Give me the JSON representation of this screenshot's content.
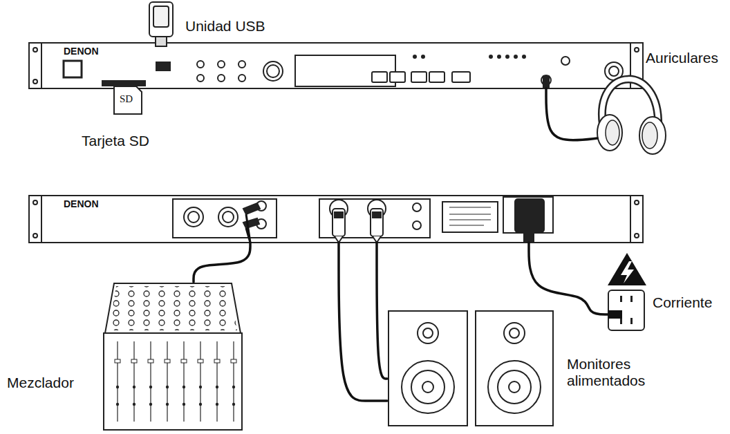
{
  "diagram": {
    "nodes": [
      {
        "text": [
          "DENON"
        ]
      },
      {
        "text": [
          "Unidad USB"
        ]
      },
      {
        "text": [
          "SD",
          "Tarjeta SD"
        ]
      },
      {
        "text": [
          "Auriculares"
        ]
      },
      {
        "text": [
          "DENON"
        ]
      },
      {
        "text": [
          "Mezclador"
        ]
      },
      {
        "text": [
          "Monitores alimentados"
        ]
      },
      {
        "text": [
          "Corriente"
        ]
      }
    ],
    "edges": [
      {
        "from": 0,
        "to": 3,
        "arrow": "none"
      },
      {
        "from": 4,
        "to": 5,
        "arrow": "none"
      },
      {
        "from": 4,
        "to": 6,
        "arrow": "none"
      },
      {
        "from": 4,
        "to": 6,
        "arrow": "none"
      },
      {
        "from": 4,
        "to": 7,
        "arrow": "none"
      }
    ]
  }
}
